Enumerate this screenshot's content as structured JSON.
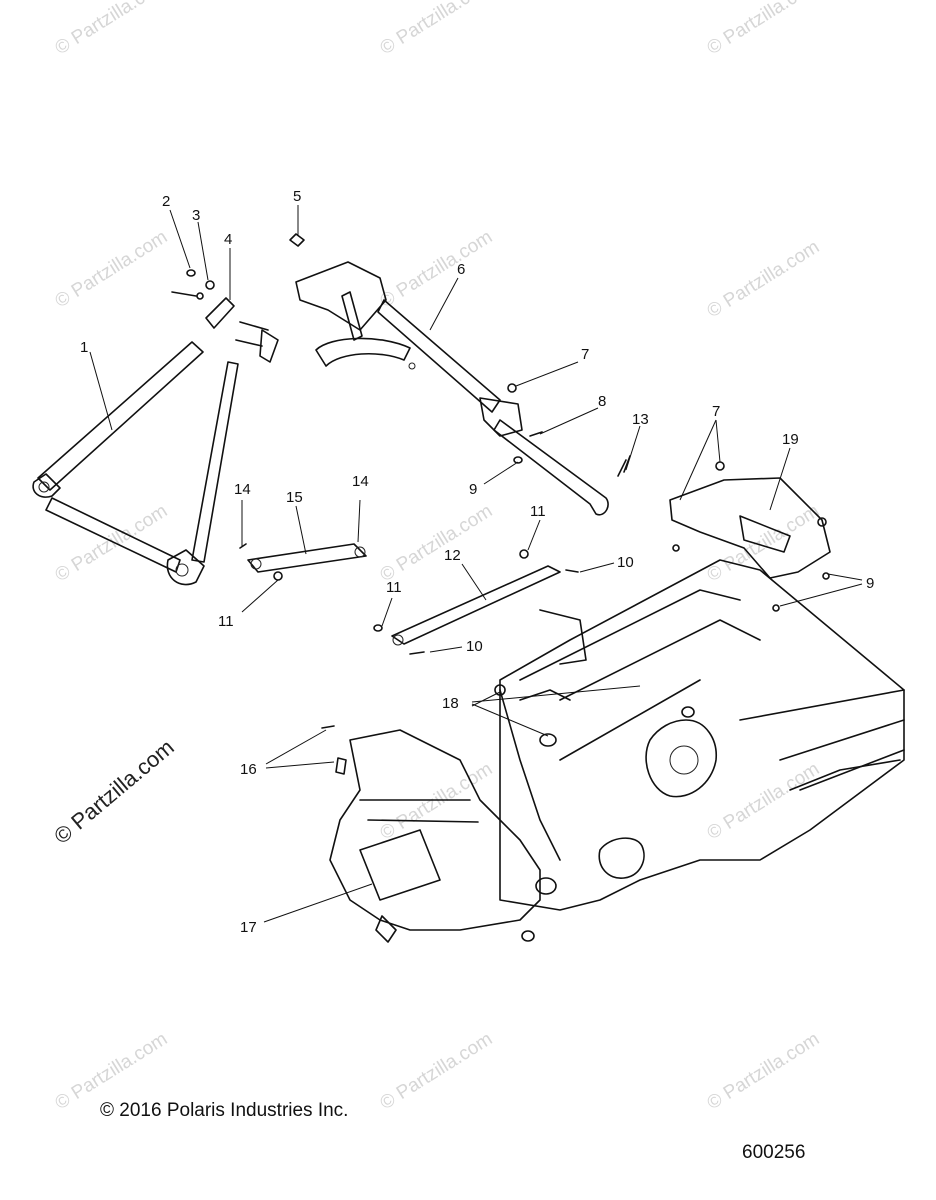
{
  "watermark_text": "© Partzilla.com",
  "watermark_large_text": "© Partzilla.com",
  "copyright": "© 2016 Polaris Industries Inc.",
  "diagram_id": "600256",
  "callouts": {
    "c1": "1",
    "c2": "2",
    "c3": "3",
    "c4": "4",
    "c5": "5",
    "c6": "6",
    "c7a": "7",
    "c7b": "7",
    "c8": "8",
    "c9a": "9",
    "c9b": "9",
    "c10a": "10",
    "c10b": "10",
    "c11a": "11",
    "c11b": "11",
    "c11c": "11",
    "c12": "12",
    "c13": "13",
    "c14a": "14",
    "c14b": "14",
    "c15": "15",
    "c16": "16",
    "c17": "17",
    "c18": "18",
    "c19": "19"
  }
}
